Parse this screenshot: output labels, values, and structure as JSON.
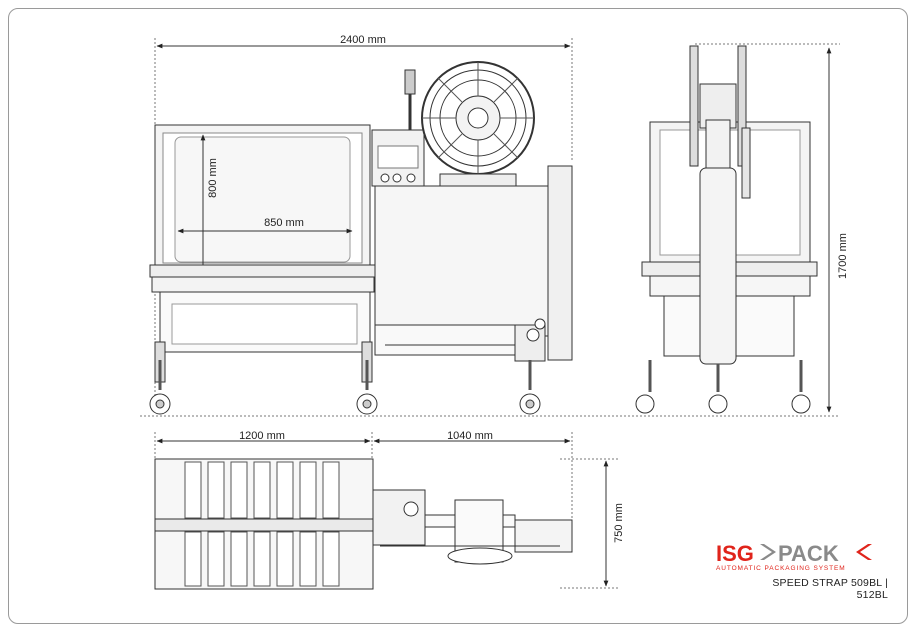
{
  "dimensions": {
    "total_width": "2400 mm",
    "table_height": "800 mm",
    "table_width": "850 mm",
    "machine_height": "1700 mm",
    "top_left_length": "1200 mm",
    "top_right_length": "1040 mm",
    "top_depth": "750 mm"
  },
  "brand": {
    "logo_part1": "ISG",
    "logo_part2": "PACK",
    "tagline": "AUTOMATIC PACKAGING SYSTEM",
    "color": "#e0241b",
    "secondary_color": "#8a8a8a"
  },
  "model_label": "SPEED STRAP 509BL | 512BL"
}
